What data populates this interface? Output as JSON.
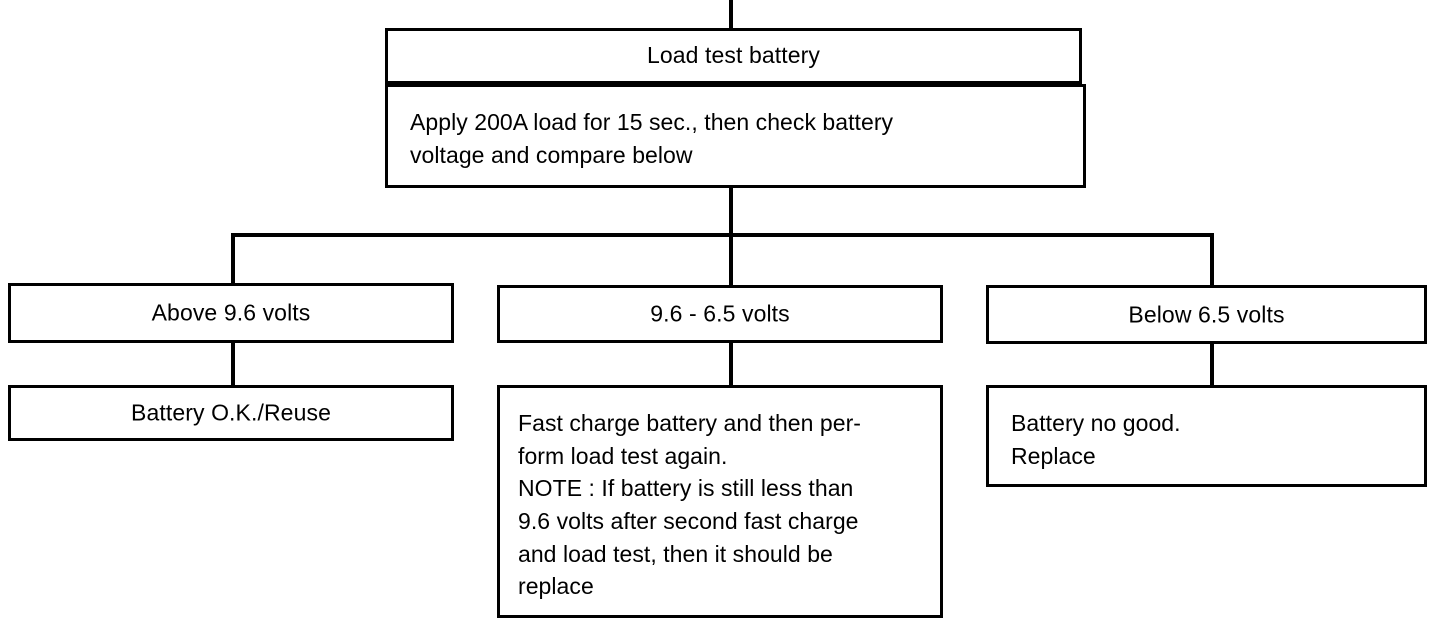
{
  "diagram": {
    "title": "Load test battery",
    "nodes": {
      "root": {
        "header": "Load test battery",
        "body": "Apply 200A load for 15 sec., then check battery\nvoltage and compare below"
      },
      "branch_left": {
        "condition": "Above 9.6 volts",
        "action": "Battery O.K./Reuse"
      },
      "branch_center": {
        "condition": "9.6 - 6.5 volts",
        "action": "Fast charge battery and then per-\nform load test again.\nNOTE : If battery is still less than\n9.6 volts after second fast charge\nand load test, then it should be\nreplace"
      },
      "branch_right": {
        "condition": "Below 6.5 volts",
        "action": "Battery no good.\nReplace"
      }
    },
    "colors": {
      "line": "#000000",
      "background": "#ffffff",
      "text": "#000000"
    }
  }
}
